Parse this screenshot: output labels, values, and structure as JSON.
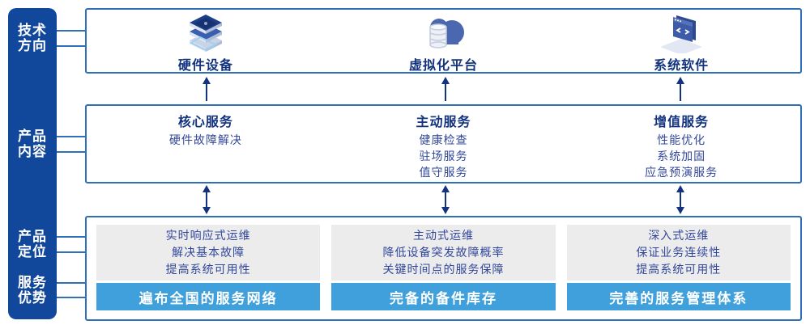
{
  "colors": {
    "sidebar_navy": "#11489B",
    "box_border_blue": "#2F6FB7",
    "heading_navy": "#13337E",
    "body_navy": "#32479B",
    "bar_sky_blue": "#3FA0DB",
    "panel_gray": "#ECECEC",
    "arrow_navy": "#13337E"
  },
  "sidebar": {
    "items": [
      {
        "line1": "技术",
        "line2": "方向"
      },
      {
        "line1": "产品",
        "line2": "内容"
      },
      {
        "line1": "产品",
        "line2": "定位"
      },
      {
        "line1": "服务",
        "line2": "优势"
      }
    ]
  },
  "tech_row": {
    "items": [
      {
        "icon": "server-stack-icon",
        "label": "硬件设备"
      },
      {
        "icon": "cloud-database-icon",
        "label": "虚拟化平台"
      },
      {
        "icon": "code-window-icon",
        "label": "系统软件"
      }
    ]
  },
  "services_row": {
    "columns": [
      {
        "title": "核心服务",
        "items": [
          "硬件故障解决"
        ]
      },
      {
        "title": "主动服务",
        "items": [
          "健康检查",
          "驻场服务",
          "值守服务"
        ]
      },
      {
        "title": "增值服务",
        "items": [
          "性能优化",
          "系统加固",
          "应急预演服务"
        ]
      }
    ]
  },
  "positioning_row": {
    "columns": [
      {
        "lines": [
          "实时响应式运维",
          "解决基本故障",
          "提高系统可用性"
        ],
        "bar_label": "遍布全国的服务网络"
      },
      {
        "lines": [
          "主动式运维",
          "降低设备突发故障概率",
          "关键时间点的服务保障"
        ],
        "bar_label": "完备的备件库存"
      },
      {
        "lines": [
          "深入式运维",
          "保证业务连续性",
          "提高系统可用性"
        ],
        "bar_label": "完善的服务管理体系"
      }
    ]
  }
}
